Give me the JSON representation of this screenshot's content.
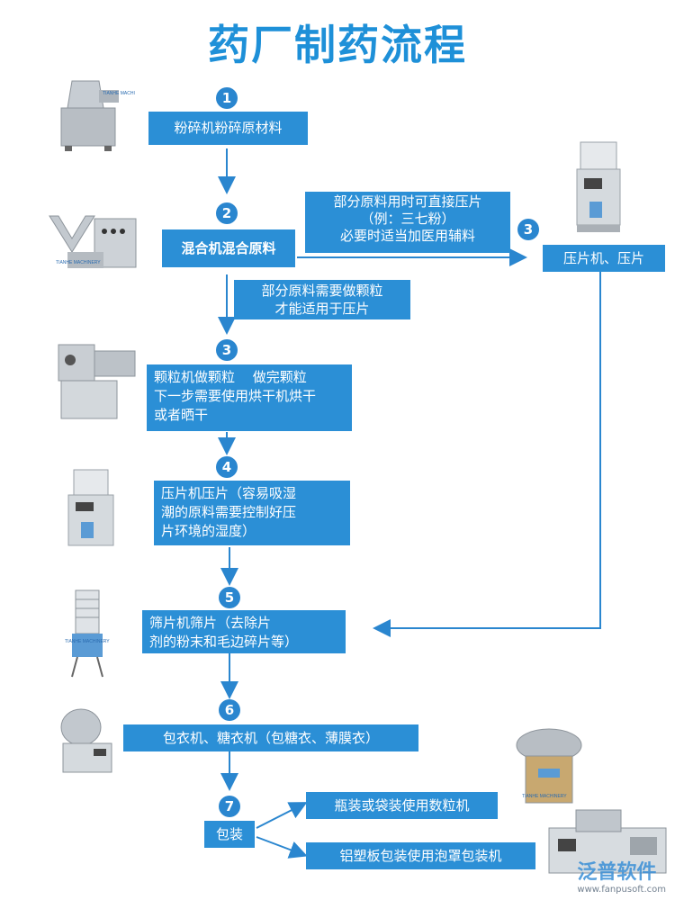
{
  "title": "药厂制药流程",
  "steps": {
    "s1": {
      "num": "1",
      "text": "粉碎机粉碎原材料"
    },
    "s2": {
      "num": "2",
      "text": "混合机混合原料"
    },
    "s3a": {
      "num": "3",
      "text": "压片机、压片"
    },
    "s3b": {
      "num": "3",
      "line1": "颗粒机做颗粒　 做完颗粒",
      "line2": "下一步需要使用烘干机烘干",
      "line3": "或者晒干"
    },
    "s4": {
      "num": "4",
      "line1": "压片机压片（容易吸湿",
      "line2": "潮的原料需要控制好压",
      "line3": "片环境的湿度）"
    },
    "s5": {
      "num": "5",
      "line1": "筛片机筛片（去除片",
      "line2": "剂的粉末和毛边碎片等）"
    },
    "s6": {
      "num": "6",
      "text": "包衣机、糖衣机（包糖衣、薄膜衣）"
    },
    "s7": {
      "num": "7",
      "text": "包装"
    }
  },
  "notes": {
    "direct": {
      "line1": "部分原料用时可直接压片",
      "line2": "（例：三七粉）",
      "line3": "必要时适当加医用辅料"
    },
    "granule": {
      "line1": "部分原料需要做颗粒",
      "line2": "才能适用于压片"
    }
  },
  "packaging": {
    "bottle": "瓶装或袋装使用数粒机",
    "blister": "铝塑板包装使用泡罩包装机"
  },
  "machine_brand": "TIANHE MACHINERY",
  "watermark": {
    "name": "泛普软件",
    "url": "www.fanpusoft.com"
  },
  "colors": {
    "accent": "#2b8fd6",
    "title": "#1e90d8",
    "arrow": "#2a86cf"
  }
}
